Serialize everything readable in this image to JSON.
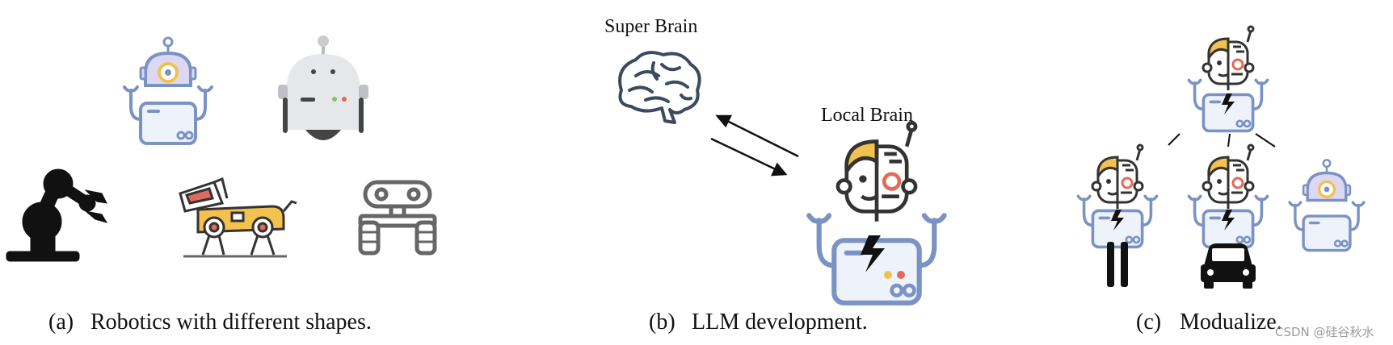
{
  "panels": {
    "a": {
      "caption_tag": "(a)",
      "caption": "Robotics with different shapes."
    },
    "b": {
      "caption_tag": "(b)",
      "caption": "LLM development.",
      "super_brain_label": "Super Brain",
      "local_brain_label": "Local Brain"
    },
    "c": {
      "caption_tag": "(c)",
      "caption": "Modualize."
    }
  },
  "watermark": "CSDN @硅谷秋水",
  "colors": {
    "robot_blue": "#7a93c4",
    "robot_fill": "#eef2fb",
    "purple_head": "#ddd8f2",
    "yellow": "#f2c14e",
    "red": "#e06b5a",
    "gray": "#666666",
    "black": "#111111"
  }
}
